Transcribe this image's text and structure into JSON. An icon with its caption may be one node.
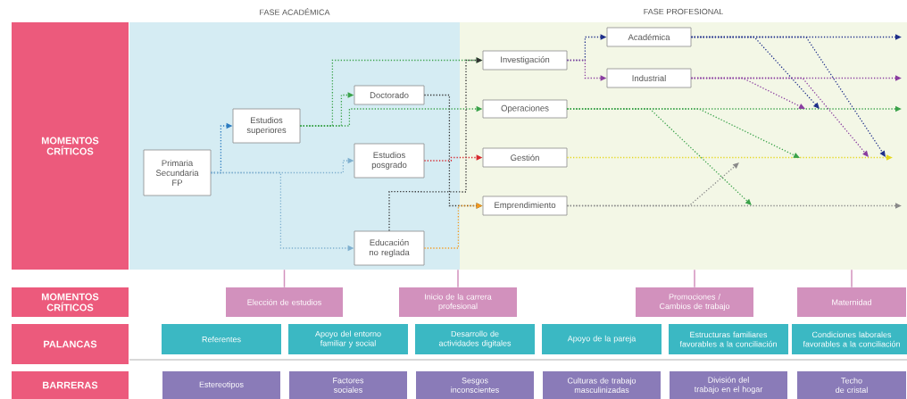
{
  "diagram": {
    "nodes": [
      {
        "text": [
          "MOMENTOS CRÍTICOS"
        ]
      },
      {
        "text": [
          "FASE ACADÉMICA"
        ]
      },
      {
        "text": [
          "Primaria Secundaria FP"
        ],
        "in": 1
      },
      {
        "text": [
          "Estudios superiores"
        ],
        "in": 1
      },
      {
        "text": [
          "Doctorado"
        ],
        "in": 1
      },
      {
        "text": [
          "Estudios posgrado"
        ],
        "in": 1
      },
      {
        "text": [
          "Educación no reglada"
        ],
        "in": 1
      },
      {
        "text": [
          "FASE PROFESIONAL"
        ]
      },
      {
        "text": [
          "Investigación"
        ],
        "in": 7
      },
      {
        "text": [
          "Operaciones"
        ],
        "in": 7
      },
      {
        "text": [
          "Gestión"
        ],
        "in": 7
      },
      {
        "text": [
          "Emprendimiento"
        ],
        "in": 7
      },
      {
        "text": [
          "Académica"
        ],
        "in": 7
      },
      {
        "text": [
          "Industrial"
        ],
        "in": 7
      },
      {
        "text": [
          "MOMENTOS CRÍTICOS"
        ]
      },
      {
        "text": [
          "Elección de estudios"
        ]
      },
      {
        "text": [
          "Inicio de la carrera profesional"
        ]
      },
      {
        "text": [
          "Promociones / Cambios de trabajo"
        ]
      },
      {
        "text": [
          "Maternidad"
        ]
      },
      {
        "text": [
          "PALANCAS"
        ]
      },
      {
        "text": [
          "Referentes"
        ]
      },
      {
        "text": [
          "Apoyo del entorno familiar y social"
        ]
      },
      {
        "text": [
          "Desarrollo de actividades digitales"
        ]
      },
      {
        "text": [
          "Apoyo de la pareja"
        ]
      },
      {
        "text": [
          "Estructuras familiares favorables a la conciliación"
        ]
      },
      {
        "text": [
          "Condiciones laborales favorables a la conciliación"
        ]
      },
      {
        "text": [
          "BARRERAS"
        ]
      },
      {
        "text": [
          "Estereotipos"
        ]
      },
      {
        "text": [
          "Factores sociales"
        ]
      },
      {
        "text": [
          "Sesgos inconscientes"
        ]
      },
      {
        "text": [
          "Culturas de trabajo masculinizadas"
        ]
      },
      {
        "text": [
          "División del trabajo en el hogar"
        ]
      },
      {
        "text": [
          "Techo de cristal"
        ]
      }
    ],
    "edges": [
      {
        "from": 2,
        "to": 3,
        "arrow": "to",
        "style": "dashed",
        "color": "#2b7bc0"
      },
      {
        "from": 2,
        "to": 6,
        "arrow": "to",
        "style": "dashed",
        "color": "#7fb0cf"
      },
      {
        "from": 2,
        "to": 5,
        "arrow": "to",
        "style": "dashed",
        "color": "#7fb0cf"
      },
      {
        "from": 3,
        "to": 4,
        "arrow": "to",
        "style": "dashed",
        "color": "#3aa24a"
      },
      {
        "from": 3,
        "to": 8,
        "arrow": "to",
        "style": "dashed",
        "color": "#3aa24a"
      },
      {
        "from": 3,
        "to": 9,
        "arrow": "to",
        "style": "dashed",
        "color": "#3aa24a"
      },
      {
        "from": 4,
        "to": 11,
        "arrow": "to",
        "style": "dashed",
        "color": "#333333"
      },
      {
        "from": 6,
        "to": 8,
        "arrow": "to",
        "style": "dashed",
        "color": "#333333"
      },
      {
        "from": 5,
        "to": 10,
        "arrow": "to",
        "style": "dashed",
        "color": "#d6282e"
      },
      {
        "from": 6,
        "to": 11,
        "arrow": "to",
        "style": "dashed",
        "color": "#f39a1e"
      },
      {
        "from": 8,
        "to": 12,
        "arrow": "to",
        "style": "dashed",
        "color": "#1f2f8a"
      },
      {
        "from": 8,
        "to": 13,
        "arrow": "to",
        "style": "dashed",
        "color": "#8a3ea0"
      },
      {
        "from": 12,
        "to": null,
        "arrow": "to",
        "style": "dashed",
        "color": "#1f2f8a"
      },
      {
        "from": 13,
        "to": null,
        "arrow": "to",
        "style": "dashed",
        "color": "#8a3ea0"
      },
      {
        "from": 9,
        "to": null,
        "arrow": "to",
        "style": "dashed",
        "color": "#3aa24a"
      },
      {
        "from": 10,
        "to": null,
        "arrow": "to",
        "style": "dashed",
        "color": "#e6d820"
      },
      {
        "from": 11,
        "to": null,
        "arrow": "to",
        "style": "dashed",
        "color": "#8a8a8a"
      },
      {
        "from": 15,
        "to": 1,
        "arrow": "none",
        "color": "#d291bd"
      },
      {
        "from": 16,
        "to": 1,
        "arrow": "none",
        "color": "#d291bd"
      },
      {
        "from": 17,
        "to": 7,
        "arrow": "none",
        "color": "#d291bd"
      },
      {
        "from": 18,
        "to": 7,
        "arrow": "none",
        "color": "#d291bd"
      },
      {
        "from": 12,
        "to": null,
        "arrow": "to",
        "style": "dashed",
        "color": "#1f2f8a"
      },
      {
        "from": 12,
        "to": null,
        "arrow": "to",
        "style": "dashed",
        "color": "#1f2f8a"
      },
      {
        "from": 13,
        "to": null,
        "arrow": "to",
        "style": "dashed",
        "color": "#8a3ea0"
      },
      {
        "from": 13,
        "to": null,
        "arrow": "to",
        "style": "dashed",
        "color": "#8a3ea0"
      },
      {
        "from": 9,
        "to": null,
        "arrow": "to",
        "style": "dashed",
        "color": "#3aa24a"
      },
      {
        "from": 9,
        "to": null,
        "arrow": "to",
        "style": "dashed",
        "color": "#3aa24a"
      },
      {
        "from": 11,
        "to": null,
        "arrow": "to",
        "style": "dashed",
        "color": "#8a8a8a"
      }
    ]
  }
}
